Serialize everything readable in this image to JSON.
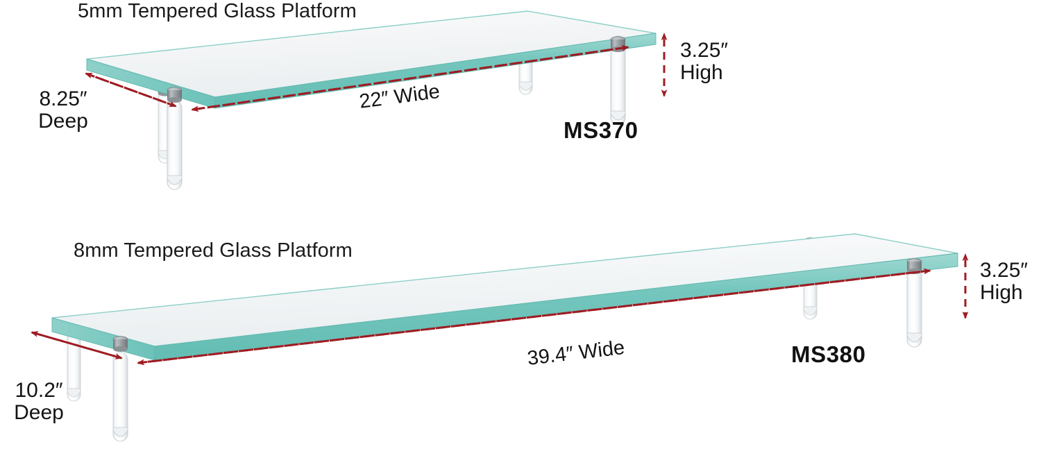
{
  "page": {
    "background": "#ffffff",
    "accent_glass_edge": "#7cc9c1",
    "accent_glass_face": "#f2f4f5",
    "accent_dimension": "#9e1b22",
    "accent_text": "#141414",
    "leg_cap": "#9a9ea1"
  },
  "products": [
    {
      "id": "ms370",
      "heading": "5mm Tempered Glass Platform",
      "model": "MS370",
      "dimensions": {
        "depth_value": "8.25″",
        "depth_word": "Deep",
        "width": "22″ Wide",
        "height_value": "3.25″",
        "height_word": "High"
      }
    },
    {
      "id": "ms380",
      "heading": "8mm Tempered Glass Platform",
      "model": "MS380",
      "dimensions": {
        "depth_value": "10.2″",
        "depth_word": "Deep",
        "width": "39.4″ Wide",
        "height_value": "3.25″",
        "height_word": "High"
      }
    }
  ]
}
